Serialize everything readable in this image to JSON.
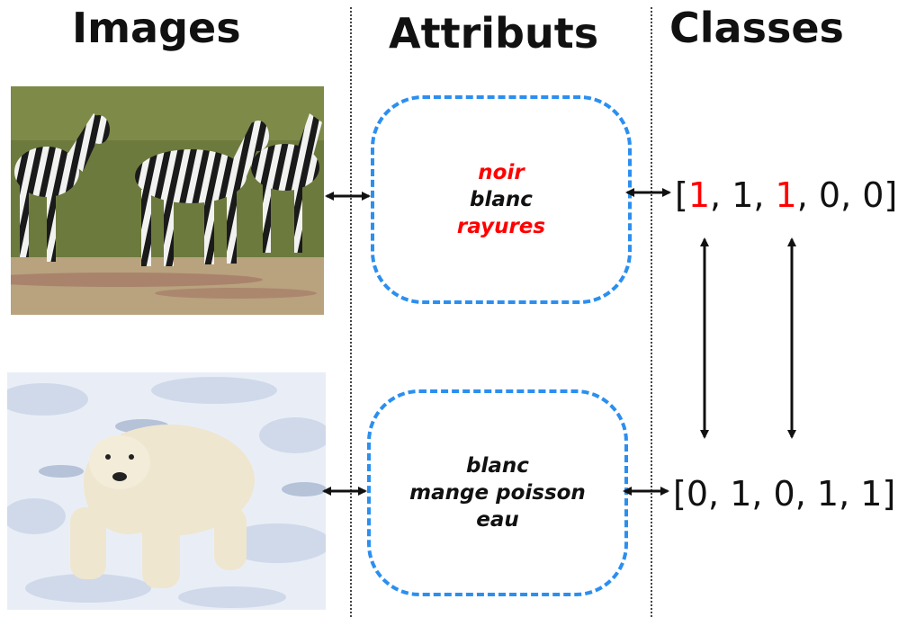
{
  "headers": {
    "images": "Images",
    "attributes": "Attributs",
    "classes": "Classes"
  },
  "colors": {
    "box_border": "#2b8ff0",
    "highlight": "#ff0000",
    "text": "#111111"
  },
  "rows": [
    {
      "image_icon": "zebra-photo",
      "attributes": [
        {
          "label": "noir",
          "color": "#ff0000"
        },
        {
          "label": "blanc",
          "color": "#111111"
        },
        {
          "label": "rayures",
          "color": "#ff0000"
        }
      ],
      "vector": [
        {
          "value": "1",
          "color": "#ff0000"
        },
        {
          "value": "1",
          "color": "#111111"
        },
        {
          "value": "1",
          "color": "#ff0000"
        },
        {
          "value": "0",
          "color": "#111111"
        },
        {
          "value": "0",
          "color": "#111111"
        }
      ]
    },
    {
      "image_icon": "polar-bear-photo",
      "attributes": [
        {
          "label": "blanc",
          "color": "#111111"
        },
        {
          "label": "mange poisson",
          "color": "#111111"
        },
        {
          "label": "eau",
          "color": "#111111"
        }
      ],
      "vector": [
        {
          "value": "0",
          "color": "#111111"
        },
        {
          "value": "1",
          "color": "#111111"
        },
        {
          "value": "0",
          "color": "#111111"
        },
        {
          "value": "1",
          "color": "#111111"
        },
        {
          "value": "1",
          "color": "#111111"
        }
      ]
    }
  ]
}
